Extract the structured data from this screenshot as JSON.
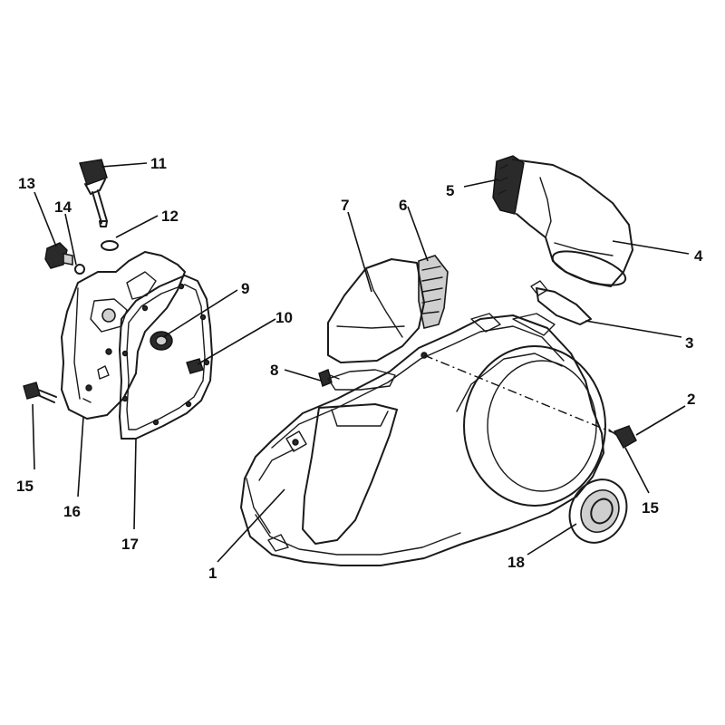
{
  "callouts": [
    {
      "id": "c1",
      "label": "1"
    },
    {
      "id": "c2",
      "label": "2"
    },
    {
      "id": "c3",
      "label": "3"
    },
    {
      "id": "c4",
      "label": "4"
    },
    {
      "id": "c5",
      "label": "5"
    },
    {
      "id": "c6",
      "label": "6"
    },
    {
      "id": "c7",
      "label": "7"
    },
    {
      "id": "c8",
      "label": "8"
    },
    {
      "id": "c9",
      "label": "9"
    },
    {
      "id": "c10",
      "label": "10"
    },
    {
      "id": "c11",
      "label": "11"
    },
    {
      "id": "c12",
      "label": "12"
    },
    {
      "id": "c13",
      "label": "13"
    },
    {
      "id": "c14",
      "label": "14"
    },
    {
      "id": "c15a",
      "label": "15"
    },
    {
      "id": "c15b",
      "label": "15"
    },
    {
      "id": "c16",
      "label": "16"
    },
    {
      "id": "c17",
      "label": "17"
    },
    {
      "id": "c18",
      "label": "18"
    }
  ]
}
